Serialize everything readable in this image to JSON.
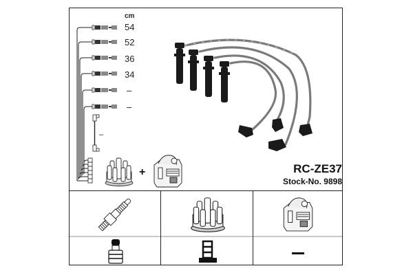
{
  "header": {
    "unit_label": "cm"
  },
  "wire_lengths": [
    {
      "label": "54"
    },
    {
      "label": "52"
    },
    {
      "label": "36"
    },
    {
      "label": "34"
    },
    {
      "label": "–"
    },
    {
      "label": "–"
    }
  ],
  "single_wire": {
    "label": "–"
  },
  "plus_sign": "+",
  "product": {
    "code": "RC-ZE37",
    "stock": "Stock-No. 9898"
  },
  "components_table": {
    "rows": [
      {
        "cells": [
          {
            "icon": "spark-plug-icon"
          },
          {
            "icon": "distributor-cap-icon"
          },
          {
            "icon": "ignition-coil-icon"
          }
        ]
      },
      {
        "cells": [
          {
            "icon": "plug-terminal-icon"
          },
          {
            "icon": "cap-terminal-icon"
          },
          {
            "icon": "none-dash-icon",
            "text": "—"
          }
        ]
      }
    ]
  },
  "colors": {
    "line": "#222222",
    "divider_light": "#c8c8c8",
    "wire_gray": "#7a7a7a",
    "boot_black": "#1a1a1a"
  }
}
